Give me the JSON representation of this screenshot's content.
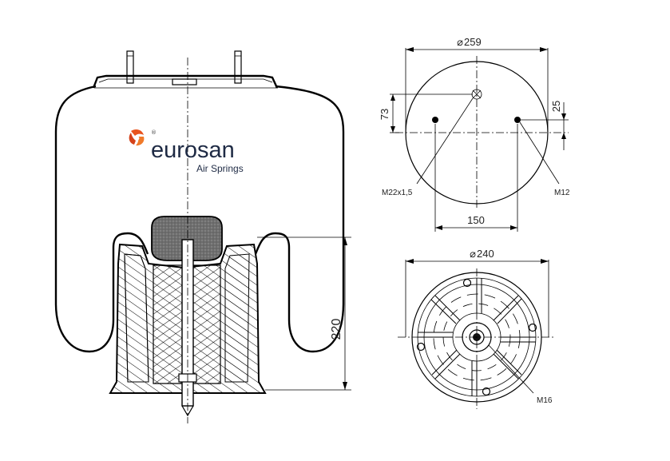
{
  "brand": {
    "name": "eurosan",
    "subtitle": "Air Springs",
    "registered_mark": "®",
    "logo_color": "#e8541e",
    "text_color": "#1e2a44"
  },
  "dimensions": {
    "top_diameter": "259",
    "bottom_diameter": "240",
    "height": "220",
    "bolt_spacing": "150",
    "air_inlet_offset": "73",
    "bolt_offset": "25",
    "diameter_symbol": "⌀"
  },
  "callouts": {
    "air_inlet_thread": "M22x1,5",
    "top_bolt_thread": "M12",
    "bottom_bolt_thread": "M16"
  }
}
